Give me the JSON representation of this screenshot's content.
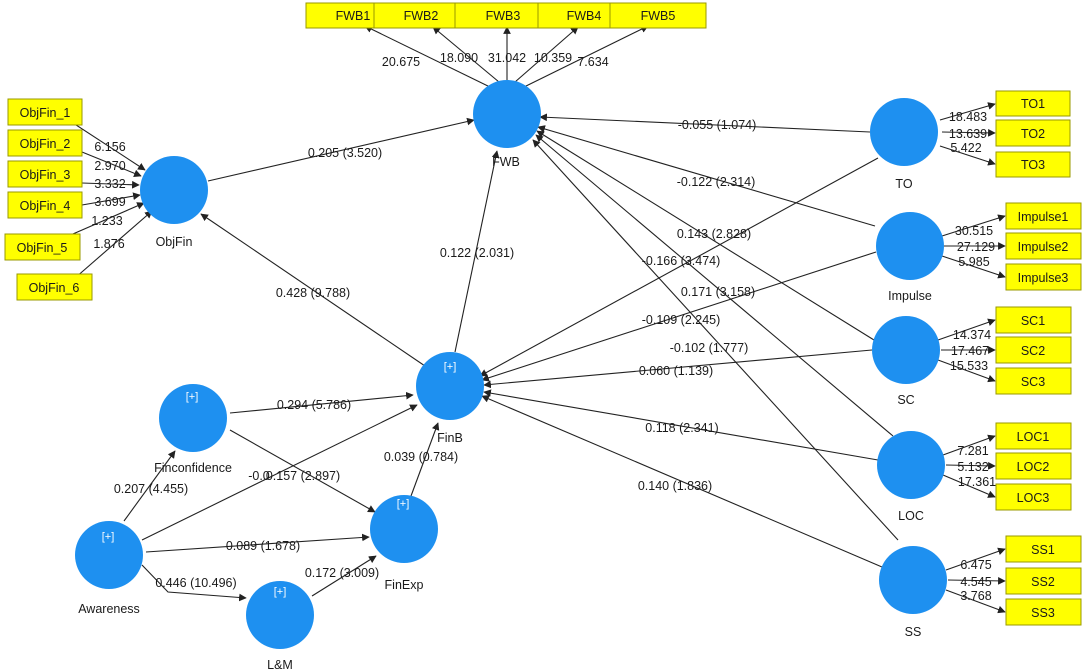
{
  "diagram": {
    "constructs": {
      "FWB": "FWB",
      "ObjFin": "ObjFin",
      "FinB": "FinB",
      "Finconfidence": "Finconfidence",
      "Awareness": "Awareness",
      "FinExp": "FinExp",
      "LM": "L&M",
      "TO": "TO",
      "Impulse": "Impulse",
      "SC": "SC",
      "LOC": "LOC",
      "SS": "SS"
    },
    "expand_marker": "[+]",
    "indicators": {
      "fwb": [
        "FWB1",
        "FWB2",
        "FWB3",
        "FWB4",
        "FWB5"
      ],
      "objfin": [
        "ObjFin_1",
        "ObjFin_2",
        "ObjFin_3",
        "ObjFin_4",
        "ObjFin_5",
        "ObjFin_6"
      ],
      "to": [
        "TO1",
        "TO2",
        "TO3"
      ],
      "impulse": [
        "Impulse1",
        "Impulse2",
        "Impulse3"
      ],
      "sc": [
        "SC1",
        "SC2",
        "SC3"
      ],
      "loc": [
        "LOC1",
        "LOC2",
        "LOC3"
      ],
      "ss": [
        "SS1",
        "SS2",
        "SS3"
      ]
    },
    "outer_loadings": {
      "fwb": [
        "20.675",
        "18.090",
        "31.042",
        "10.359",
        "7.634"
      ],
      "objfin": [
        "6.156",
        "2.970",
        "3.332",
        "3.699",
        "1.233",
        "1.876"
      ],
      "to": [
        "18.483",
        "13.639",
        "5.422"
      ],
      "impulse": [
        "30.515",
        "27.129",
        "5.985"
      ],
      "sc": [
        "14.374",
        "17.467",
        "15.533"
      ],
      "loc": [
        "7.281",
        "5.132",
        "17.361"
      ],
      "ss": [
        "6.475",
        "4.545",
        "3.768"
      ]
    },
    "paths": {
      "objfin_fwb": "0.205 (3.520)",
      "finb_objfin": "0.428 (9.788)",
      "finb_fwb": "0.122 (2.031)",
      "to_fwb": "-0.055 (1.074)",
      "impulse_fwb": "-0.122 (2.314)",
      "sc_fwb": "0.143 (2.828)",
      "loc_fwb": "0.171 (3.158)",
      "ss_fwb": "-0.102 (1.777)",
      "to_finb": "-0.166 (3.474)",
      "impulse_finb": "-0.109 (2.245)",
      "sc_finb": "0.060 (1.139)",
      "loc_finb": "0.118 (2.341)",
      "ss_finb": "0.140 (1.836)",
      "finconf_finb": "0.294 (5.786)",
      "awareness_finconf": "0.207 (4.455)",
      "awareness_finb": "-0.0",
      "finconf_finexp": "0.157 (2.897)",
      "awareness_finexp": "0.089 (1.678)",
      "awareness_lm": "0.446 (10.496)",
      "lm_finexp": "0.172 (3.009)",
      "finexp_finb": "0.039 (0.784)"
    },
    "colors": {
      "construct_fill": "#1e90f0",
      "indicator_fill": "#ffff00",
      "indicator_border": "#9a9a00",
      "edge": "#222222"
    }
  }
}
